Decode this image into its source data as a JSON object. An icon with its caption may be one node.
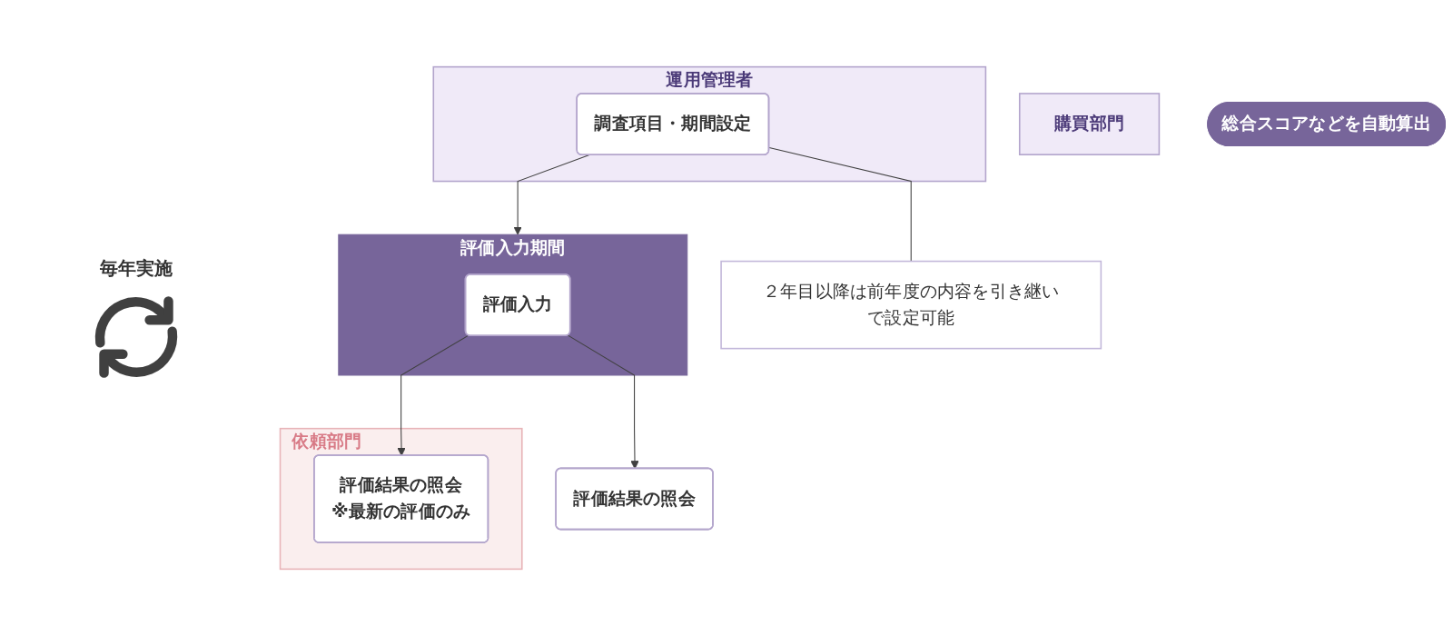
{
  "diagram": {
    "nodes": [
      {
        "text": [
          "運用管理者"
        ]
      },
      {
        "text": [
          "購買部門"
        ]
      },
      {
        "text": [
          "依頼部門"
        ]
      },
      {
        "text": [
          "２年目以降は前年度の内容を引き継いで設定可能"
        ]
      },
      {
        "text": [
          "調査項目・期間設定"
        ],
        "in": 0
      },
      {
        "text": [
          "評価入力期間"
        ]
      },
      {
        "text": [
          "評価入力"
        ],
        "in": 5
      },
      {
        "text": [
          "総合スコアなどを自動算出"
        ]
      },
      {
        "text": [
          "評価結果の照会"
        ]
      },
      {
        "text": [
          "評価結果の照会",
          "※最新の評価のみ"
        ],
        "in": 2
      }
    ],
    "edges": [
      {
        "from": 4,
        "to": 3,
        "arrow": "none"
      },
      {
        "from": 4,
        "to": 5,
        "arrow": "to"
      },
      {
        "from": 6,
        "to": 8,
        "arrow": "to"
      },
      {
        "from": 6,
        "to": 9,
        "arrow": "to"
      }
    ],
    "labels": [
      "毎年実施"
    ]
  }
}
